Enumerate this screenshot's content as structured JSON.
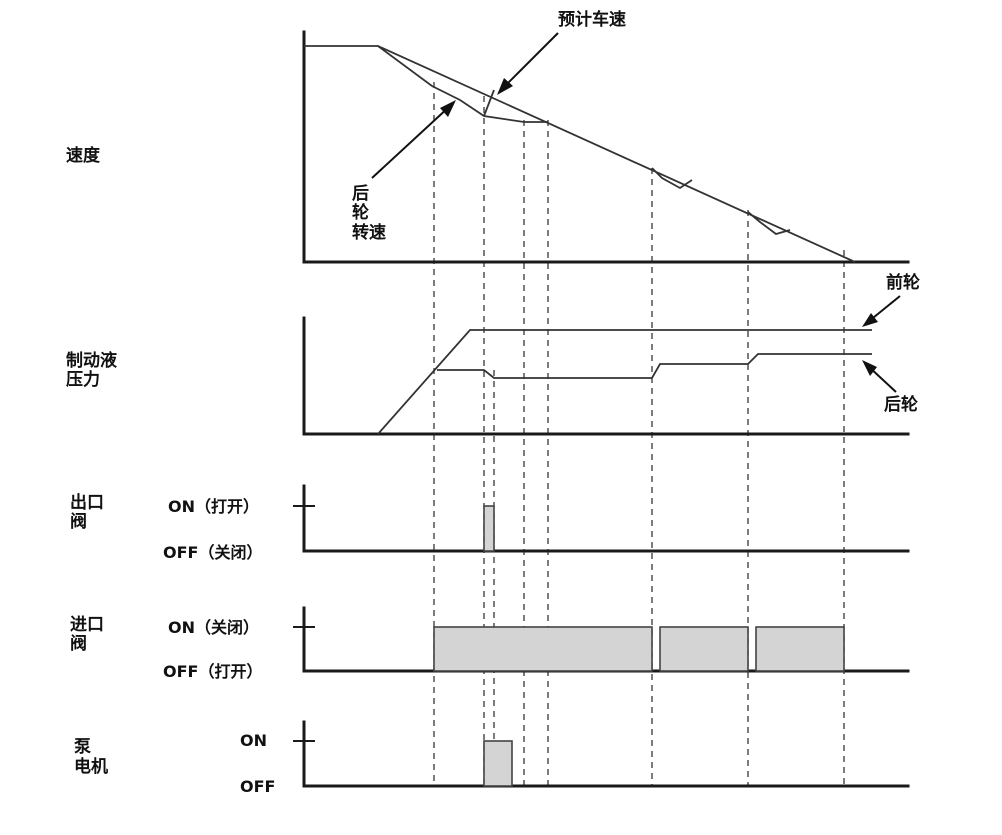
{
  "labels": {
    "speed": "速度",
    "predicted_speed": "预计车速",
    "rear_wheel_speed": [
      "后",
      "轮",
      "转速"
    ],
    "brake_pressure": [
      "制动液",
      "压力"
    ],
    "front_wheel": "前轮",
    "rear_wheel": "后轮",
    "outlet_valve": [
      "出口",
      "阀"
    ],
    "inlet_valve": [
      "进口",
      "阀"
    ],
    "pump_motor": [
      "泵",
      "电机"
    ]
  },
  "states": {
    "outlet_on": "ON（打开）",
    "outlet_off": "OFF（关闭）",
    "inlet_on": "ON（关闭）",
    "inlet_off": "OFF（打开）",
    "pump_on": "ON",
    "pump_off": "OFF"
  },
  "colors": {
    "active_fill": "#d4d4d4",
    "line": "#333333"
  }
}
